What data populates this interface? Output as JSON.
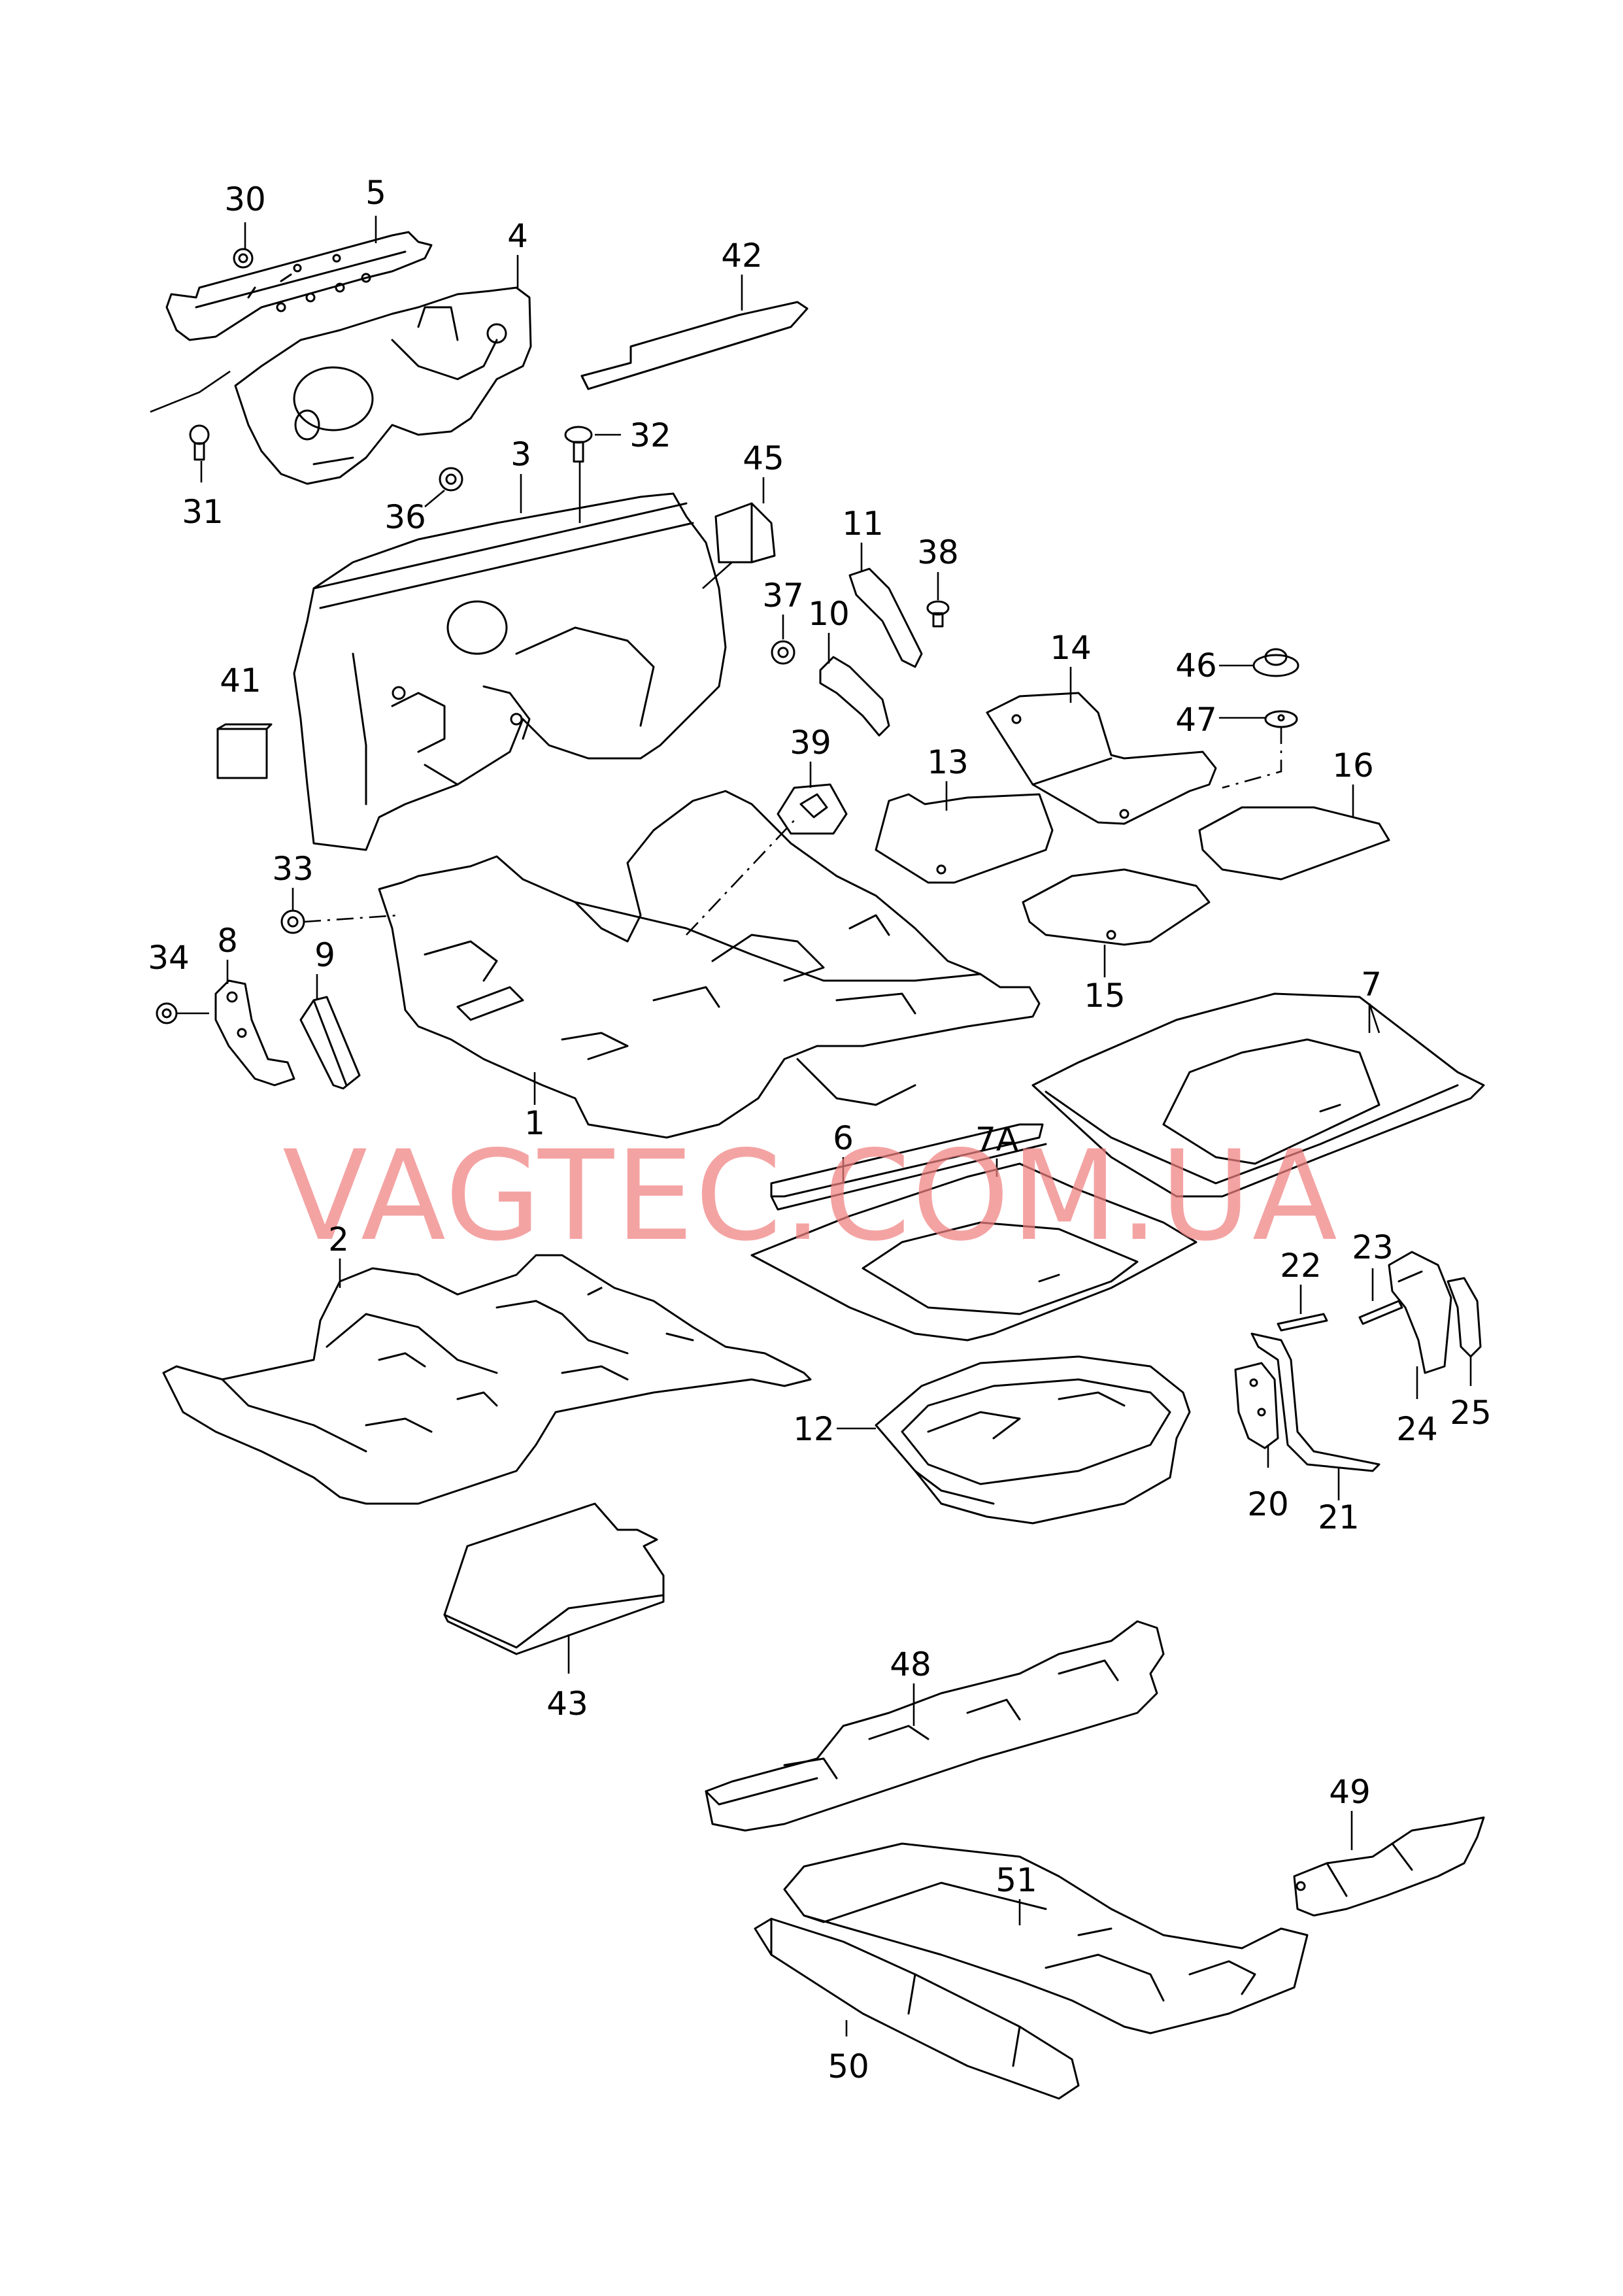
{
  "watermark": "VAGTEC.COM.UA",
  "colors": {
    "line": "#000000",
    "watermark": "#f08080",
    "background": "#ffffff"
  },
  "callouts": {
    "p1": "1",
    "p2": "2",
    "p3": "3",
    "p4": "4",
    "p5": "5",
    "p6": "6",
    "p7": "7",
    "p7a": "7A",
    "p8": "8",
    "p9": "9",
    "p10": "10",
    "p11": "11",
    "p12": "12",
    "p13": "13",
    "p14": "14",
    "p15": "15",
    "p16": "16",
    "p20": "20",
    "p21": "21",
    "p22": "22",
    "p23": "23",
    "p24": "24",
    "p25": "25",
    "p30": "30",
    "p31": "31",
    "p32": "32",
    "p33": "33",
    "p34": "34",
    "p36": "36",
    "p37": "37",
    "p38": "38",
    "p39": "39",
    "p41": "41",
    "p42": "42",
    "p43": "43",
    "p45": "45",
    "p46": "46",
    "p47": "47",
    "p48": "48",
    "p49": "49",
    "p50": "50",
    "p51": "51"
  }
}
